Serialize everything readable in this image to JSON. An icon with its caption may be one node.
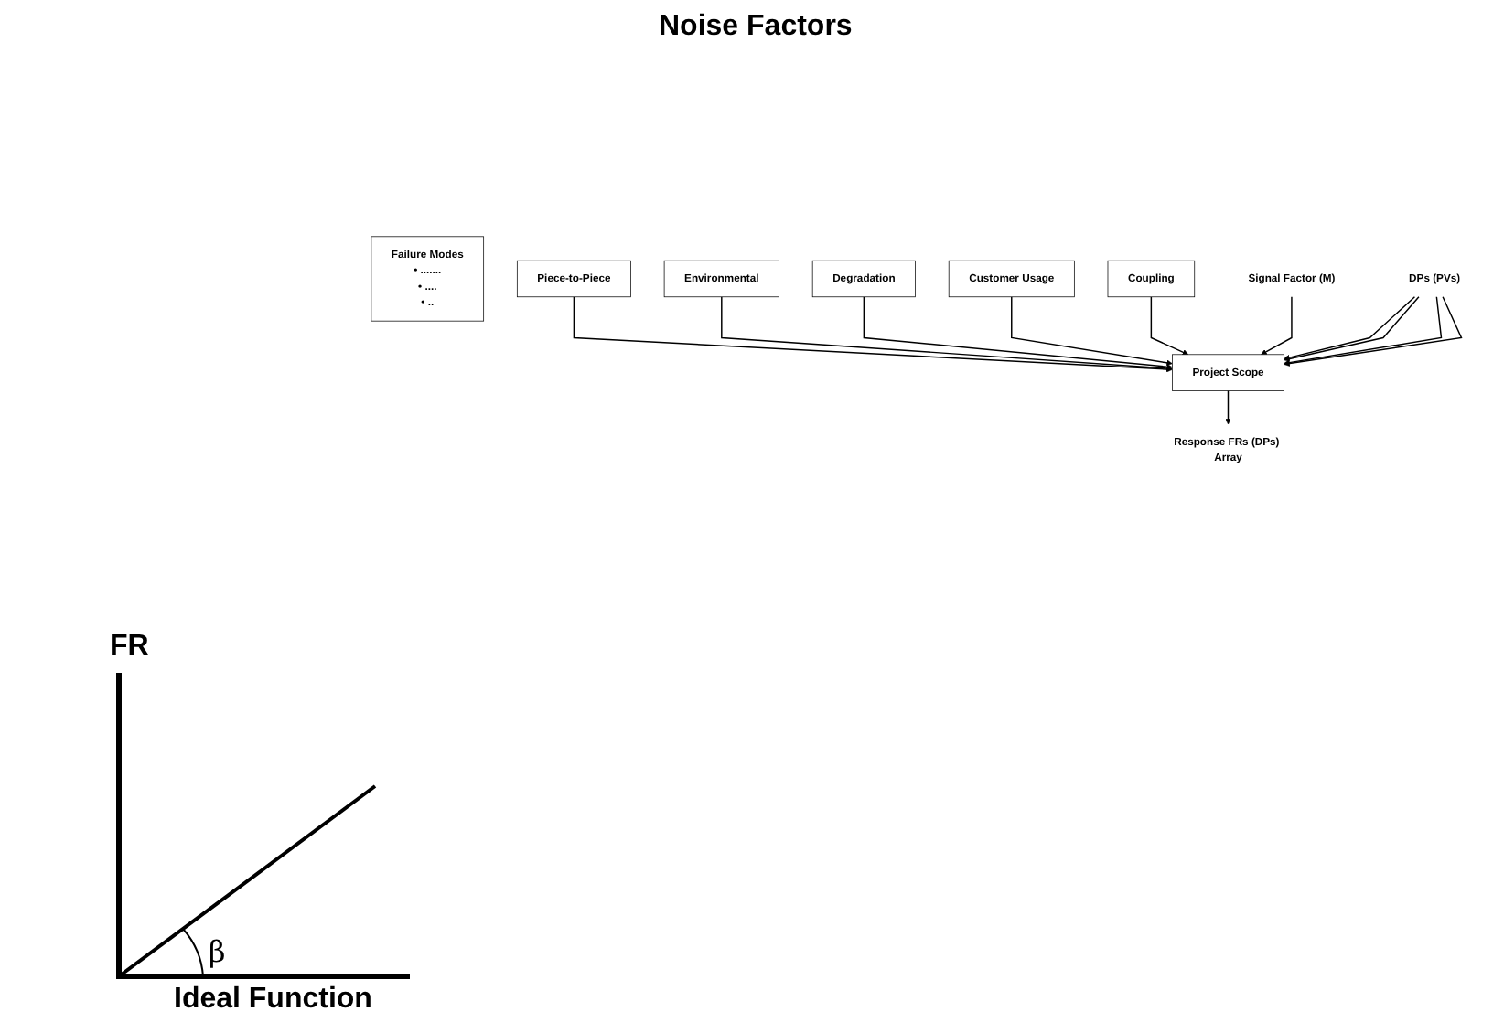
{
  "diagram": {
    "nodes": [
      {
        "text": [
          "Failure Modes",
          "• .......",
          "• ....",
          "• .."
        ]
      },
      {
        "text": [
          "Piece-to-Piece"
        ]
      },
      {
        "text": [
          "Environmental"
        ]
      },
      {
        "text": [
          "Degradation"
        ]
      },
      {
        "text": [
          "Customer Usage"
        ]
      },
      {
        "text": [
          "Coupling"
        ]
      },
      {
        "text": [
          "Signal Factor (M)"
        ]
      },
      {
        "text": [
          "Project Scope"
        ]
      },
      {
        "text": [
          "Response FRs (DPs) Array"
        ]
      },
      {
        "text": [
          "DPs (PVs)"
        ]
      }
    ],
    "edges": [
      {
        "from": 1,
        "to": 7,
        "arrow": "to"
      },
      {
        "from": 2,
        "to": 7,
        "arrow": "to"
      },
      {
        "from": 3,
        "to": 7,
        "arrow": "to"
      },
      {
        "from": 4,
        "to": 7,
        "arrow": "to"
      },
      {
        "from": 5,
        "to": 7,
        "arrow": "to"
      },
      {
        "from": 6,
        "to": 7,
        "arrow": "to"
      },
      {
        "from": 7,
        "to": 8,
        "arrow": "to"
      },
      {
        "from": 9,
        "to": 7,
        "arrow": "to"
      },
      {
        "from": 9,
        "to": 7,
        "arrow": "to"
      },
      {
        "from": 9,
        "to": 7,
        "arrow": "to"
      },
      {
        "from": 9,
        "to": 7,
        "arrow": "to"
      }
    ],
    "labels": [
      "Noise Factors",
      "FR",
      "β",
      "Ideal Function"
    ]
  }
}
